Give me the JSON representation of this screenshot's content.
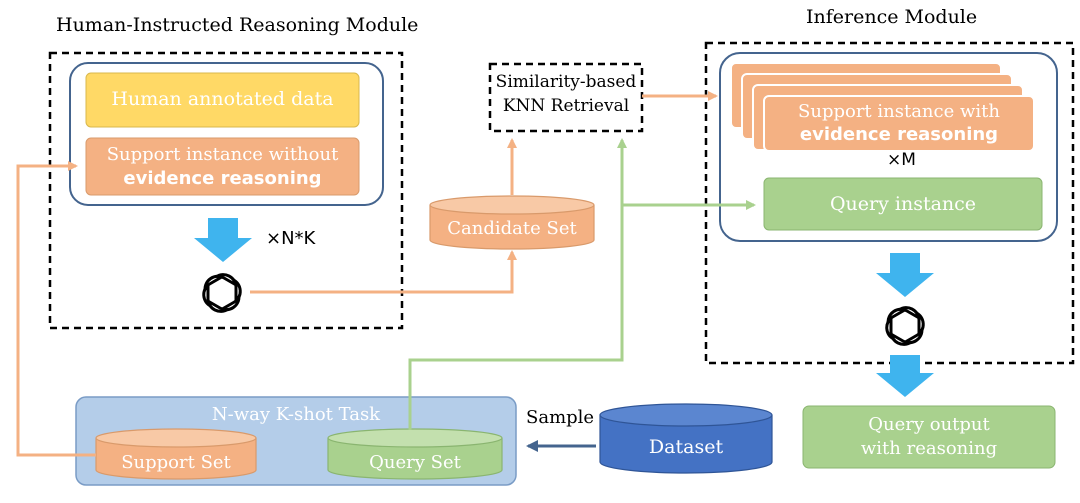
{
  "reasoning_module": {
    "title": "Human-Instructed Reasoning Module",
    "human_data": "Human annotated data",
    "support_line1": "Support instance without",
    "support_line2": "evidence reasoning",
    "repeat": "×N*K"
  },
  "retrieval": {
    "line1": "Similarity-based",
    "line2": "KNN Retrieval"
  },
  "candidate_set": "Candidate Set",
  "inference_module": {
    "title": "Inference Module",
    "support_line1": "Support instance with",
    "support_line2": "evidence reasoning",
    "repeat": "×M",
    "query": "Query instance"
  },
  "task": {
    "title": "N-way K-shot Task",
    "support_set": "Support Set",
    "query_set": "Query Set"
  },
  "sample": "Sample",
  "dataset": "Dataset",
  "output": {
    "line1": "Query output",
    "line2": "with reasoning"
  },
  "colors": {
    "orange": "#f4b183",
    "green": "#a9d18e",
    "yellow": "#ffd966",
    "blue_arrow": "#3fb4ee",
    "dataset_blue": "#4472c4",
    "task_bg": "#b4cde9"
  }
}
